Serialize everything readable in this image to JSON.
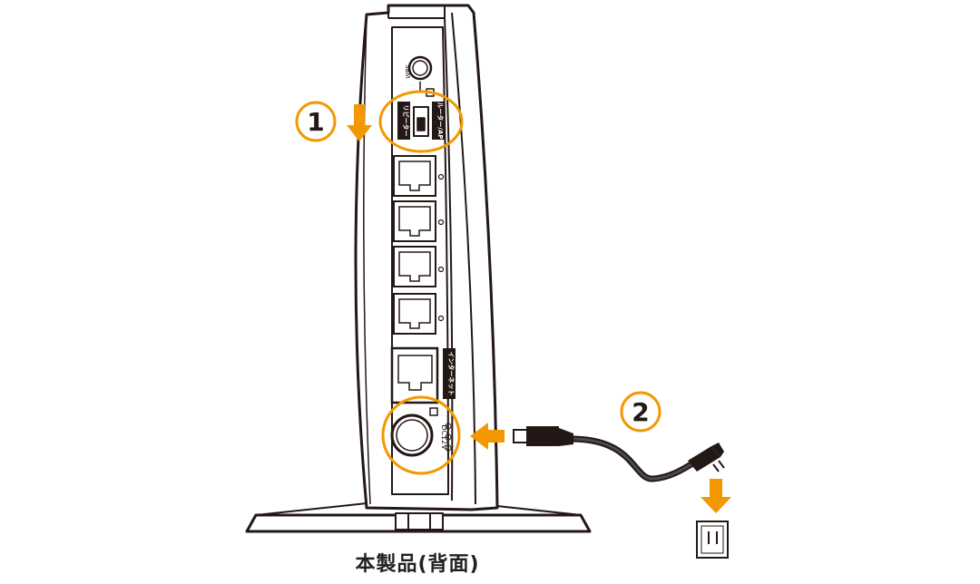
{
  "labels": {
    "wps": "WPS",
    "mode_repeater": "リピーター",
    "mode_router_ap": "ルーター/AP",
    "internet": "インターネット",
    "dc_power": "DC12V"
  },
  "steps": [
    {
      "number": "1"
    },
    {
      "number": "2"
    }
  ],
  "caption": "本製品(背面)",
  "colors": {
    "accent": "#f39800",
    "line": "#231815",
    "device_fill": "#ffffff"
  },
  "icons": {
    "arrow": "arrow-icon",
    "outlet": "power-outlet-icon",
    "polarity": "polarity-icon"
  }
}
